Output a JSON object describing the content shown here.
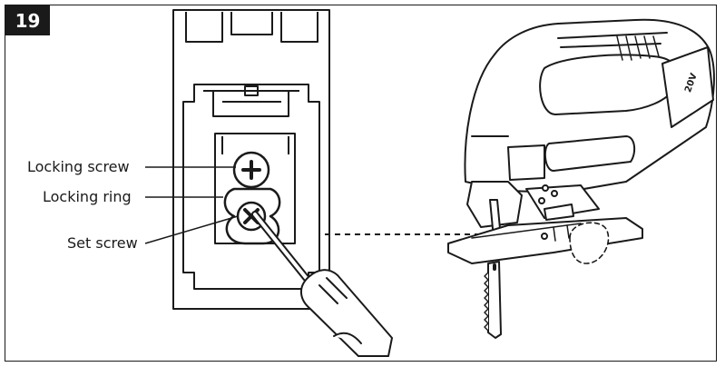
{
  "step": {
    "number": "19"
  },
  "labels": {
    "locking_screw": "Locking screw",
    "locking_ring": "Locking ring",
    "set_screw": "Set screw",
    "battery_marking": "20V"
  },
  "colors": {
    "ink": "#1a1a1a",
    "badge_bg": "#1a1a1a",
    "badge_text": "#ffffff",
    "background": "#ffffff"
  }
}
